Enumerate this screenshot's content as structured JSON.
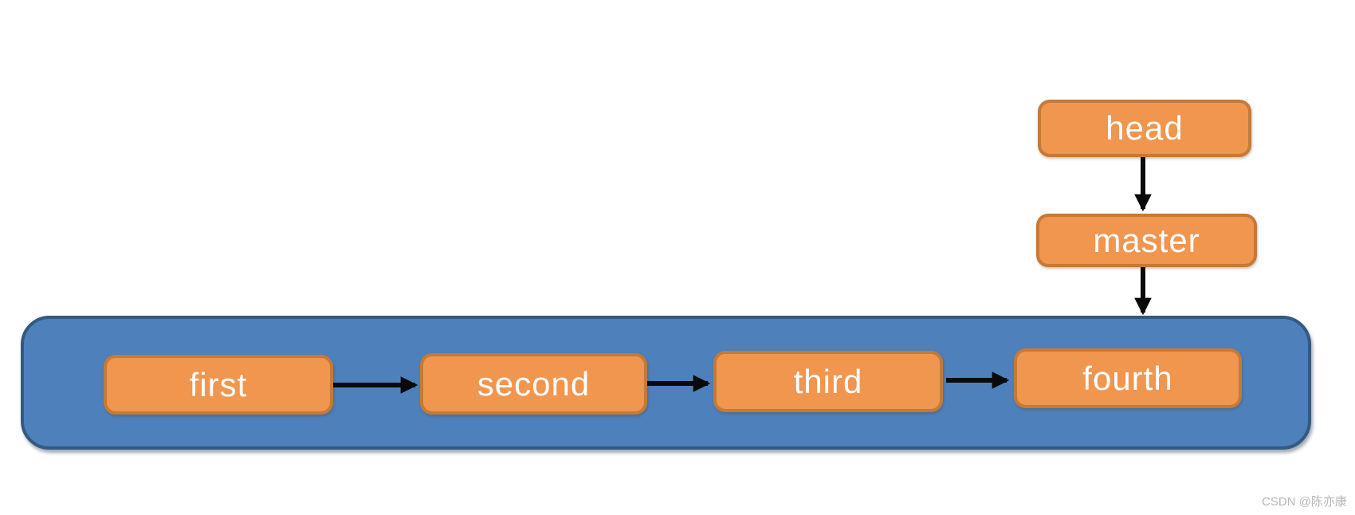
{
  "diagram": {
    "type": "git-commit-branch-diagram",
    "nodes": {
      "first": {
        "label": "first"
      },
      "second": {
        "label": "second"
      },
      "third": {
        "label": "third"
      },
      "fourth": {
        "label": "fourth"
      },
      "head": {
        "label": "head"
      },
      "master": {
        "label": "master"
      }
    },
    "edges": [
      {
        "from": "first",
        "to": "second"
      },
      {
        "from": "second",
        "to": "third"
      },
      {
        "from": "third",
        "to": "fourth"
      },
      {
        "from": "head",
        "to": "master"
      },
      {
        "from": "master",
        "to": "fourth"
      }
    ],
    "colors": {
      "node_fill": "#F0964E",
      "node_border": "#C47A38",
      "container_fill": "#4E80BC",
      "container_border": "#35597F",
      "arrow": "#0A0A0A",
      "node_text": "#FFFFFF"
    }
  },
  "watermark": {
    "text": "CSDN @陈亦康",
    "color": "#B7B7BB"
  }
}
